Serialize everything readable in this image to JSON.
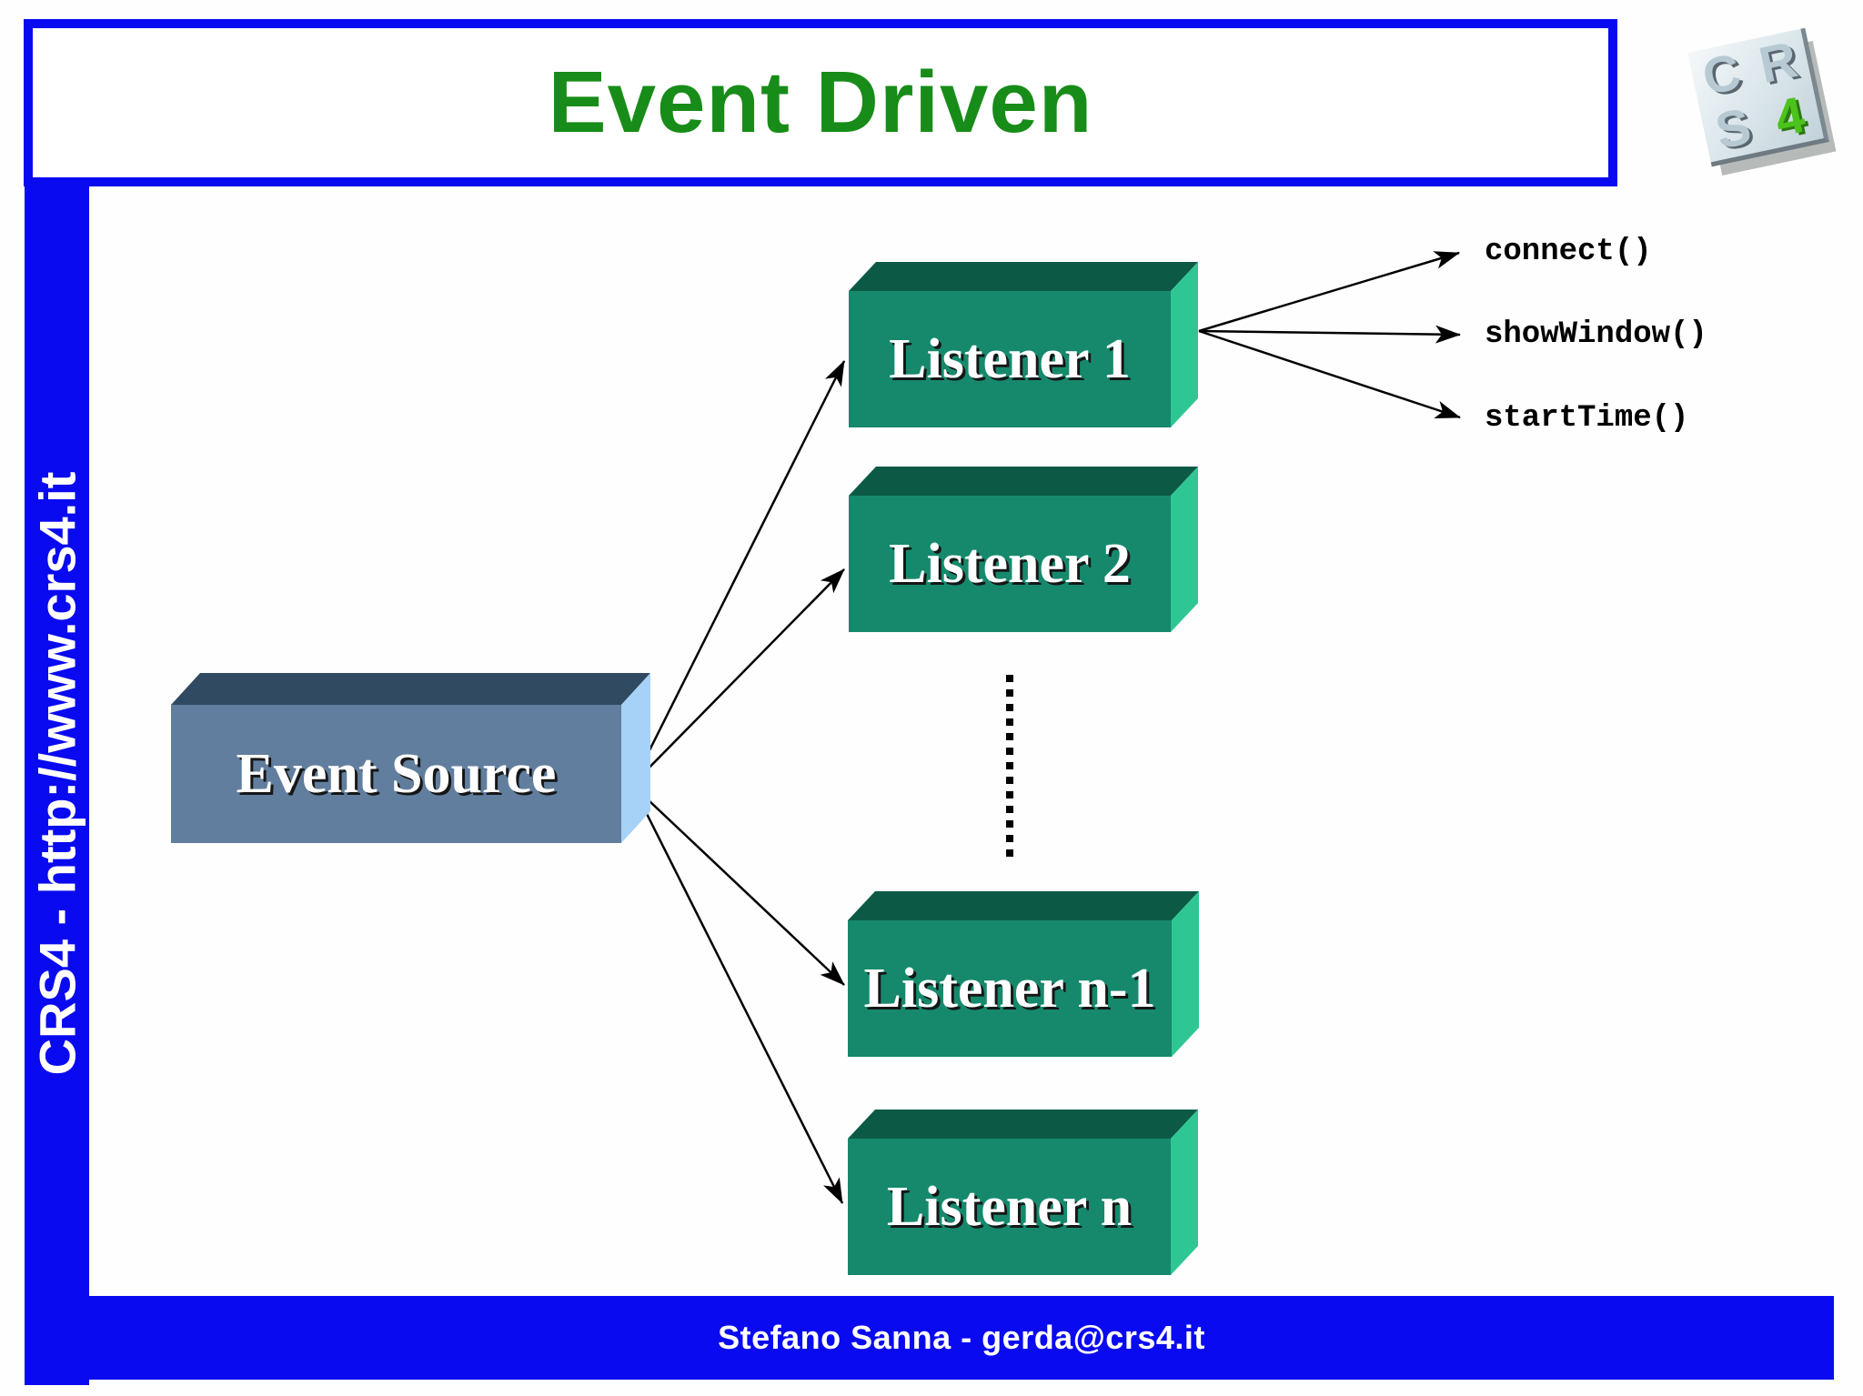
{
  "slide": {
    "title": "Event Driven",
    "sidebar_text": "CRS4 - http://www.crs4.it",
    "footer_text": "Stefano Sanna - gerda@crs4.it"
  },
  "logo": {
    "name": "crs4-logo",
    "letters": [
      "C",
      "R",
      "S",
      "4"
    ]
  },
  "diagram": {
    "source": {
      "label": "Event Source"
    },
    "listeners": [
      {
        "label": "Listener 1"
      },
      {
        "label": "Listener 2"
      },
      {
        "label": "Listener n-1"
      },
      {
        "label": "Listener n"
      }
    ],
    "ellipsis_between": [
      "Listener 2",
      "Listener n-1"
    ],
    "methods": [
      "connect()",
      "showWindow()",
      "startTime()"
    ],
    "edges": [
      {
        "from": "Event Source",
        "to": "Listener 1"
      },
      {
        "from": "Event Source",
        "to": "Listener 2"
      },
      {
        "from": "Event Source",
        "to": "Listener n-1"
      },
      {
        "from": "Event Source",
        "to": "Listener n"
      },
      {
        "from": "Listener 1",
        "to": "connect()"
      },
      {
        "from": "Listener 1",
        "to": "showWindow()"
      },
      {
        "from": "Listener 1",
        "to": "startTime()"
      }
    ]
  },
  "colors": {
    "blue": "#0a0af0",
    "title_green": "#188c18",
    "listener_front": "#16896C",
    "listener_top": "#0C5A46",
    "listener_side": "#2EC793",
    "source_front": "#617E9E",
    "source_top": "#304A61",
    "source_side": "#A7D2F7",
    "arrow": "#000000"
  }
}
